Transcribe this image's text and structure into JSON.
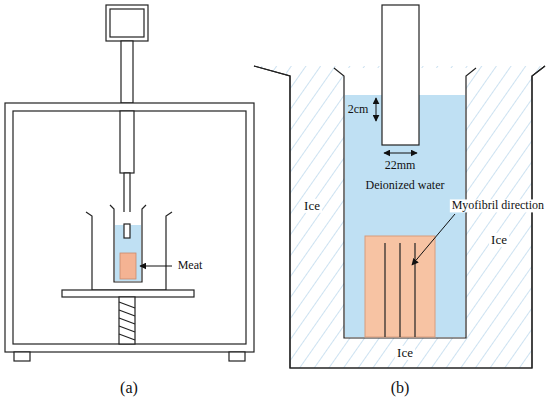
{
  "diagram": {
    "labels": [
      "Meat",
      "(a)",
      "2cm",
      "22mm",
      "Deionized water",
      "Ice",
      "Ice",
      "Myofibril direction",
      "Ice",
      "(b)"
    ]
  }
}
